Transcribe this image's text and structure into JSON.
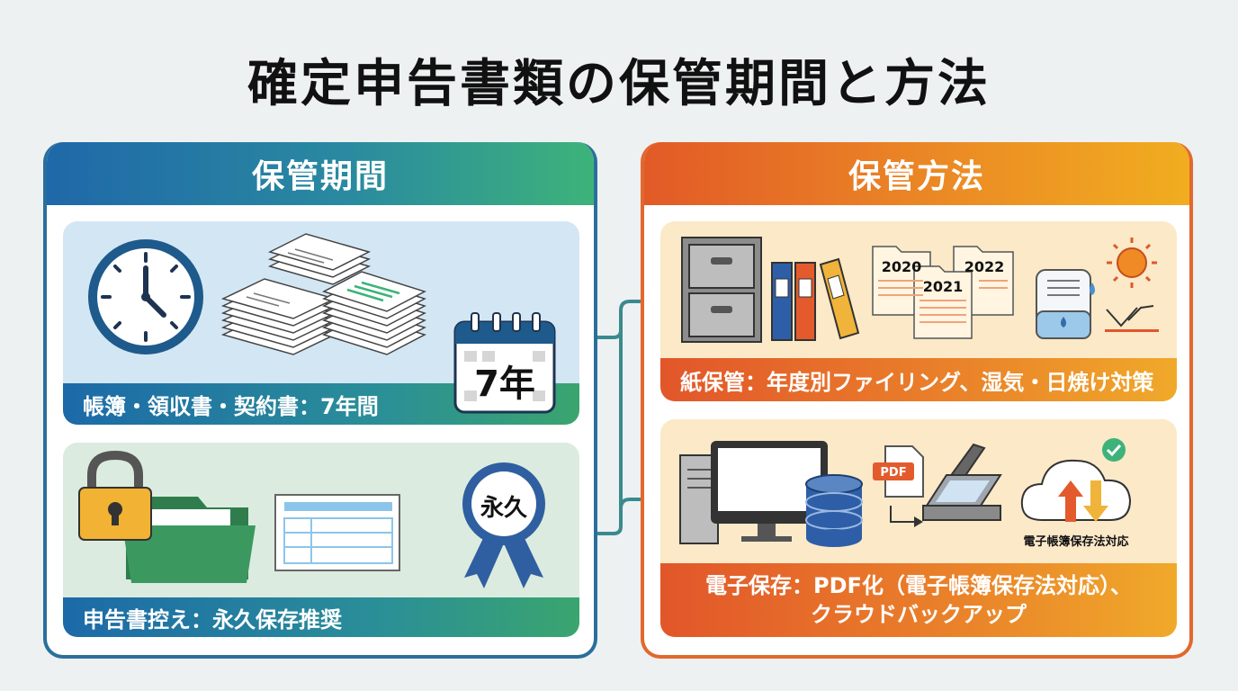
{
  "title": "確定申告書類の保管期間と方法",
  "left_panel": {
    "header": "保管期間",
    "cards": [
      {
        "label": "帳簿・領収書・契約書：7年間",
        "badge": "7年"
      },
      {
        "label": "申告書控え：永久保存推奨",
        "badge": "永久"
      }
    ]
  },
  "right_panel": {
    "header": "保管方法",
    "paper": {
      "label": "紙保管：年度別ファイリング、湿気・日焼け対策",
      "folder_years": [
        "2020",
        "2022",
        "2021"
      ]
    },
    "electronic": {
      "label_line1": "電子保存：PDF化（電子帳簿保存法対応）、",
      "label_line2": "クラウドバックアップ",
      "pdf_tag": "PDF",
      "cloud_caption": "電子帳簿保存法対応"
    }
  },
  "colors": {
    "blue": "#1f68a9",
    "green": "#3db37a",
    "orange": "#e2682d",
    "yellow": "#f1ad1f"
  }
}
